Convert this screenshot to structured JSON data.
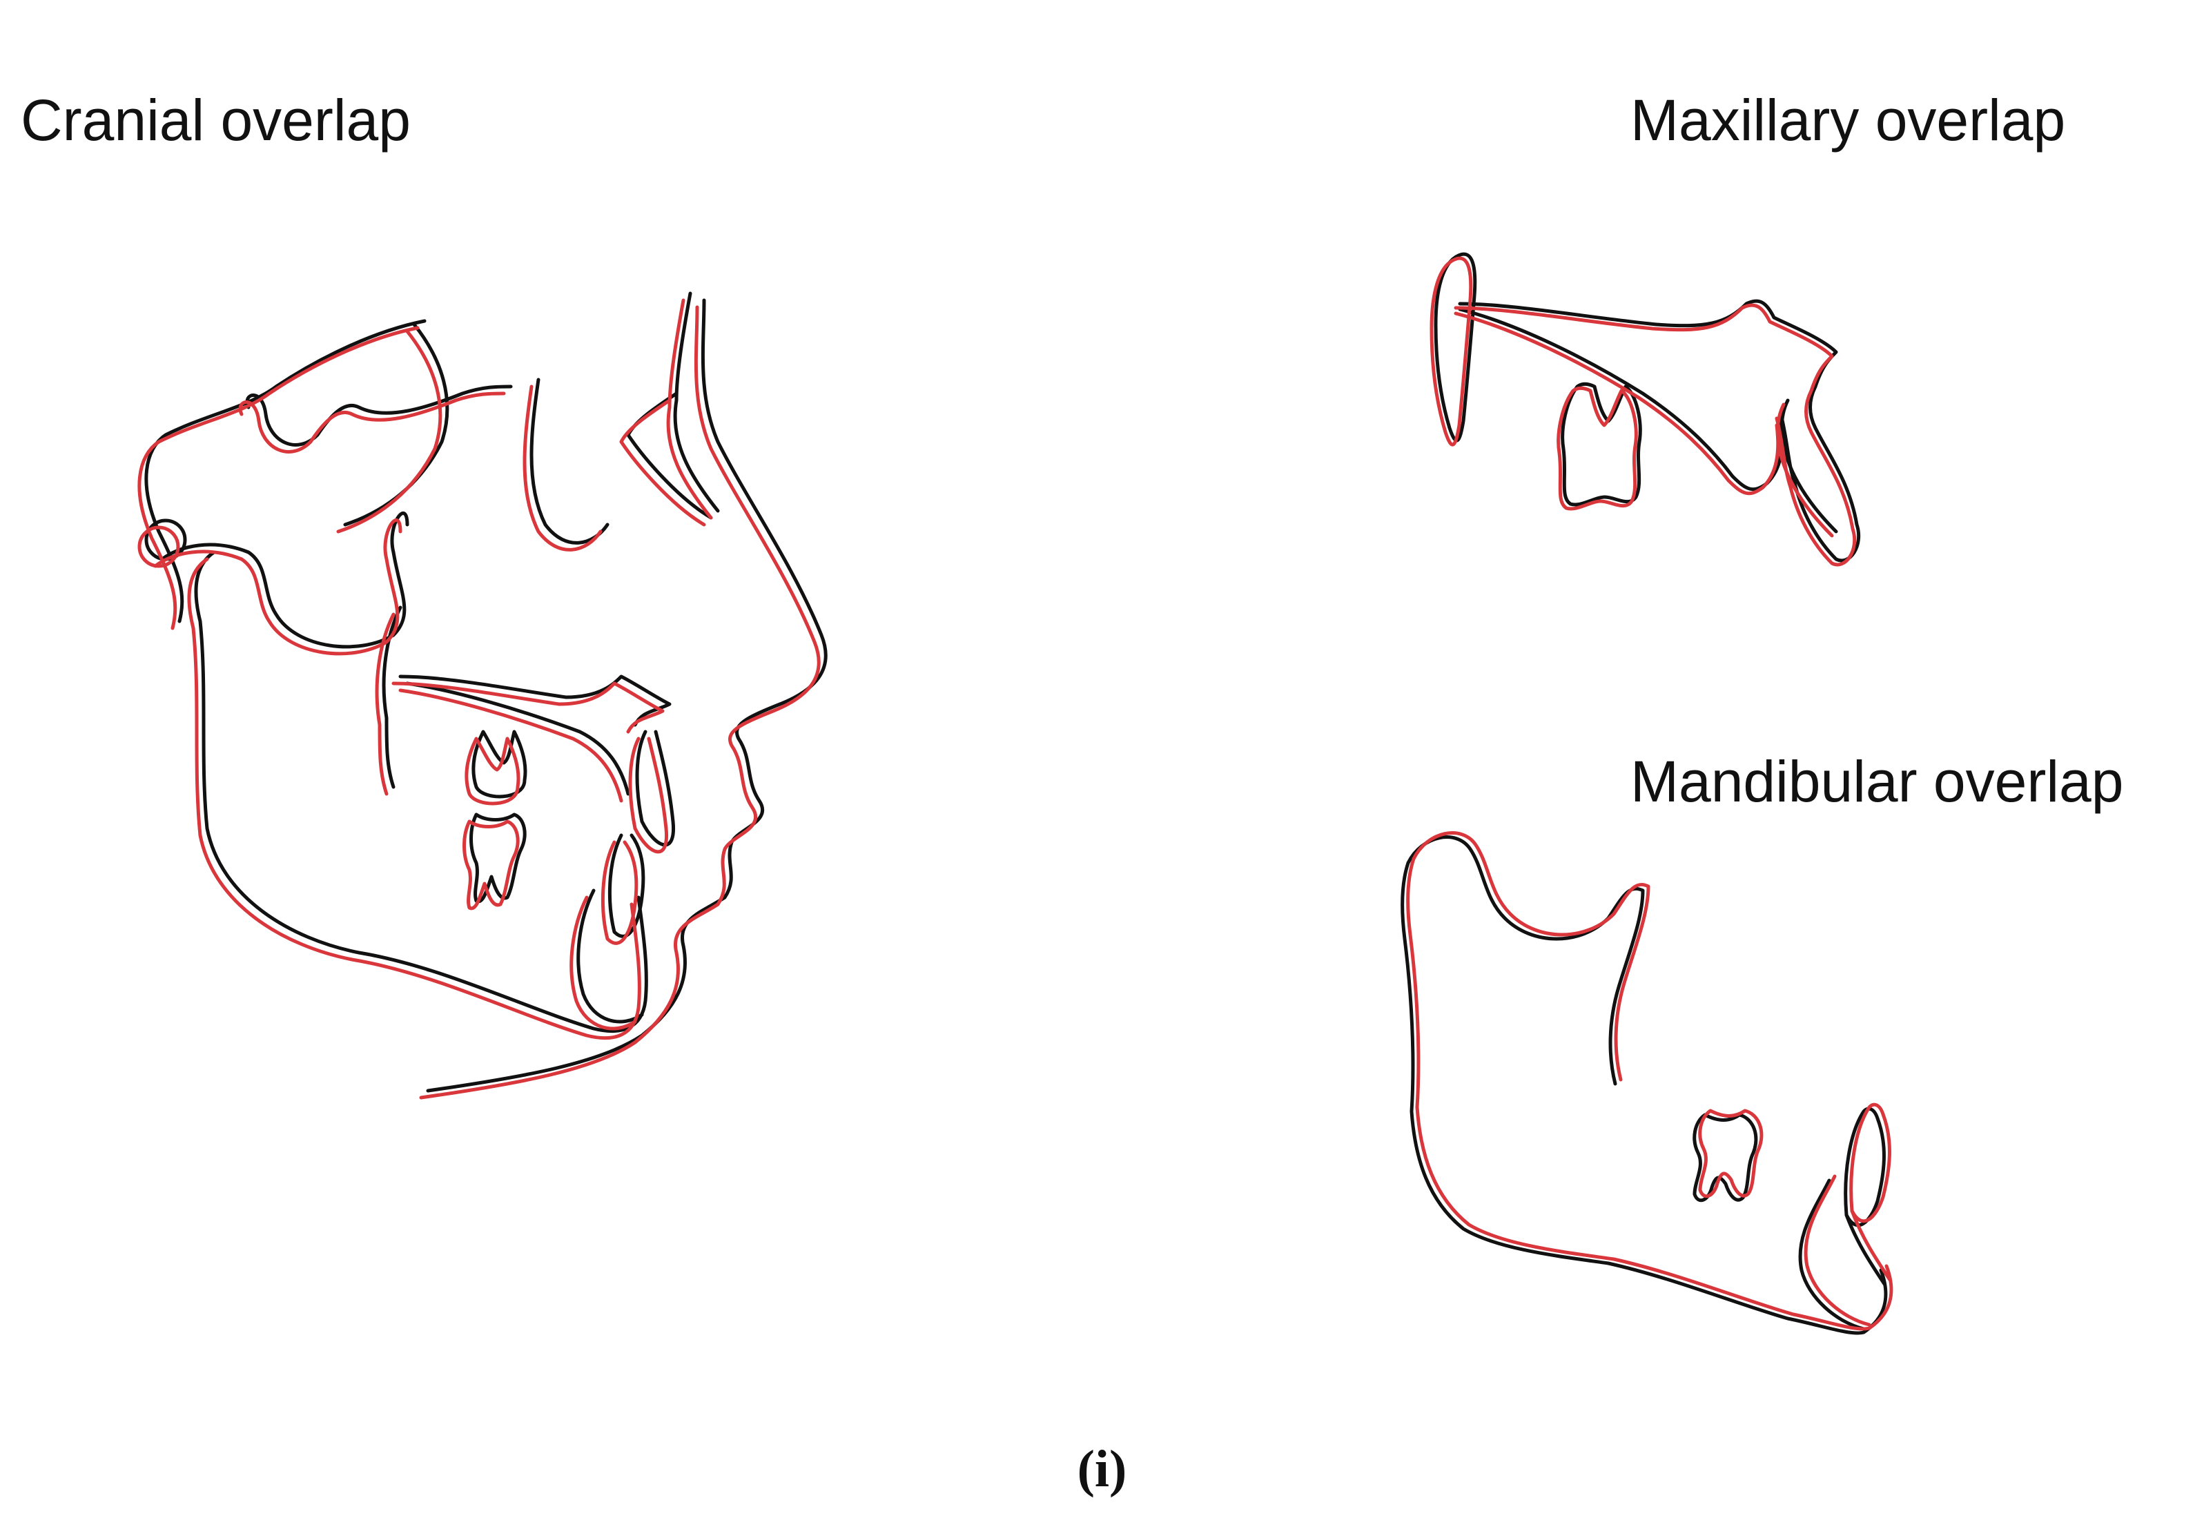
{
  "labels": {
    "cranial": "Cranial overlap",
    "maxillary": "Maxillary overlap",
    "mandibular": "Mandibular overlap"
  },
  "caption": "(i)",
  "colors": {
    "tracing_before": "#111111",
    "tracing_after": "#d9373c",
    "background": "#ffffff"
  }
}
